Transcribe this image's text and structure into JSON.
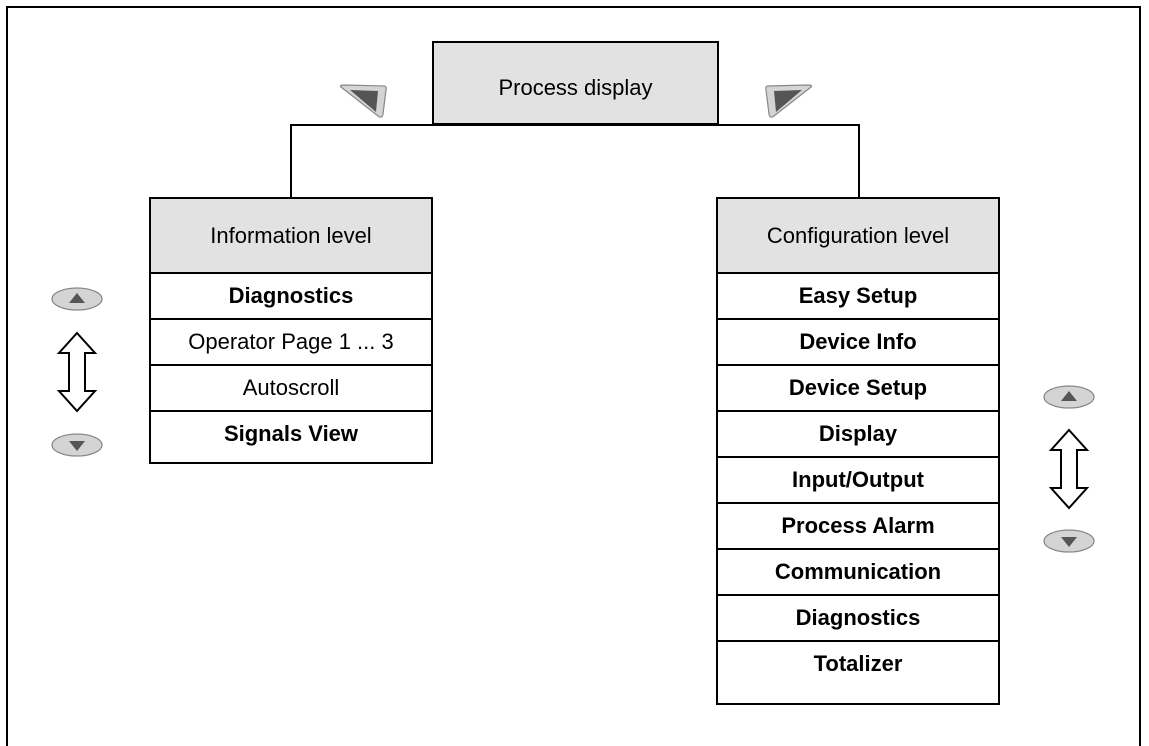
{
  "process_display": {
    "label": "Process display"
  },
  "information_level": {
    "title": "Information level",
    "items": [
      {
        "label": "Diagnostics",
        "bold": true
      },
      {
        "label": "Operator Page 1 ... 3",
        "bold": false
      },
      {
        "label": "Autoscroll",
        "bold": false
      },
      {
        "label": "Signals View",
        "bold": true
      }
    ]
  },
  "configuration_level": {
    "title": "Configuration level",
    "items": [
      {
        "label": "Easy Setup",
        "bold": true
      },
      {
        "label": "Device Info",
        "bold": true
      },
      {
        "label": "Device Setup",
        "bold": true
      },
      {
        "label": "Display",
        "bold": true
      },
      {
        "label": "Input/Output",
        "bold": true
      },
      {
        "label": "Process Alarm",
        "bold": true
      },
      {
        "label": "Communication",
        "bold": true
      },
      {
        "label": "Diagnostics",
        "bold": true
      },
      {
        "label": "Totalizer",
        "bold": true
      }
    ]
  },
  "icons": {
    "left_softkey": "left-softkey-icon",
    "right_softkey": "right-softkey-icon",
    "up_key": "up-arrow-key-icon",
    "down_key": "down-arrow-key-icon",
    "scroll": "double-arrow-icon"
  },
  "colors": {
    "header_fill": "#e2e2e2",
    "key_fill": "#d4d4d4",
    "key_glyph": "#555555"
  }
}
